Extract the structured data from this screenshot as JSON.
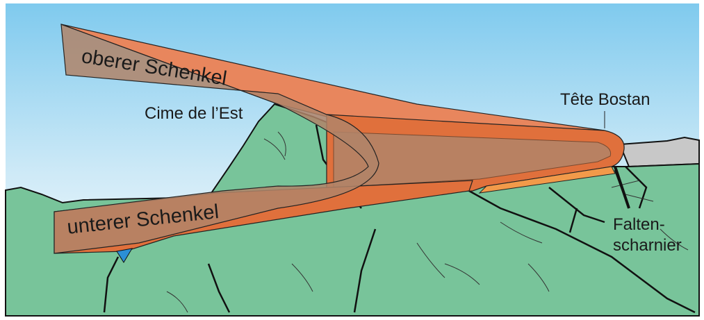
{
  "labels": {
    "upper_limb": "oberer Schenkel",
    "lower_limb": "unterer Schenkel",
    "peak_east": "Cime de l’Est",
    "peak_bostan": "Tête Bostan",
    "hinge_line1": "Falten-",
    "hinge_line2": "scharnier"
  },
  "colors": {
    "sky_top": "#7fcaee",
    "sky_bottom": "#ffffff",
    "terrain": "#78c49a",
    "rock": "#c8c8c8",
    "fold_orange": "#e8865d",
    "fold_dark": "#e0703c",
    "limb_brown": "#b08468"
  }
}
